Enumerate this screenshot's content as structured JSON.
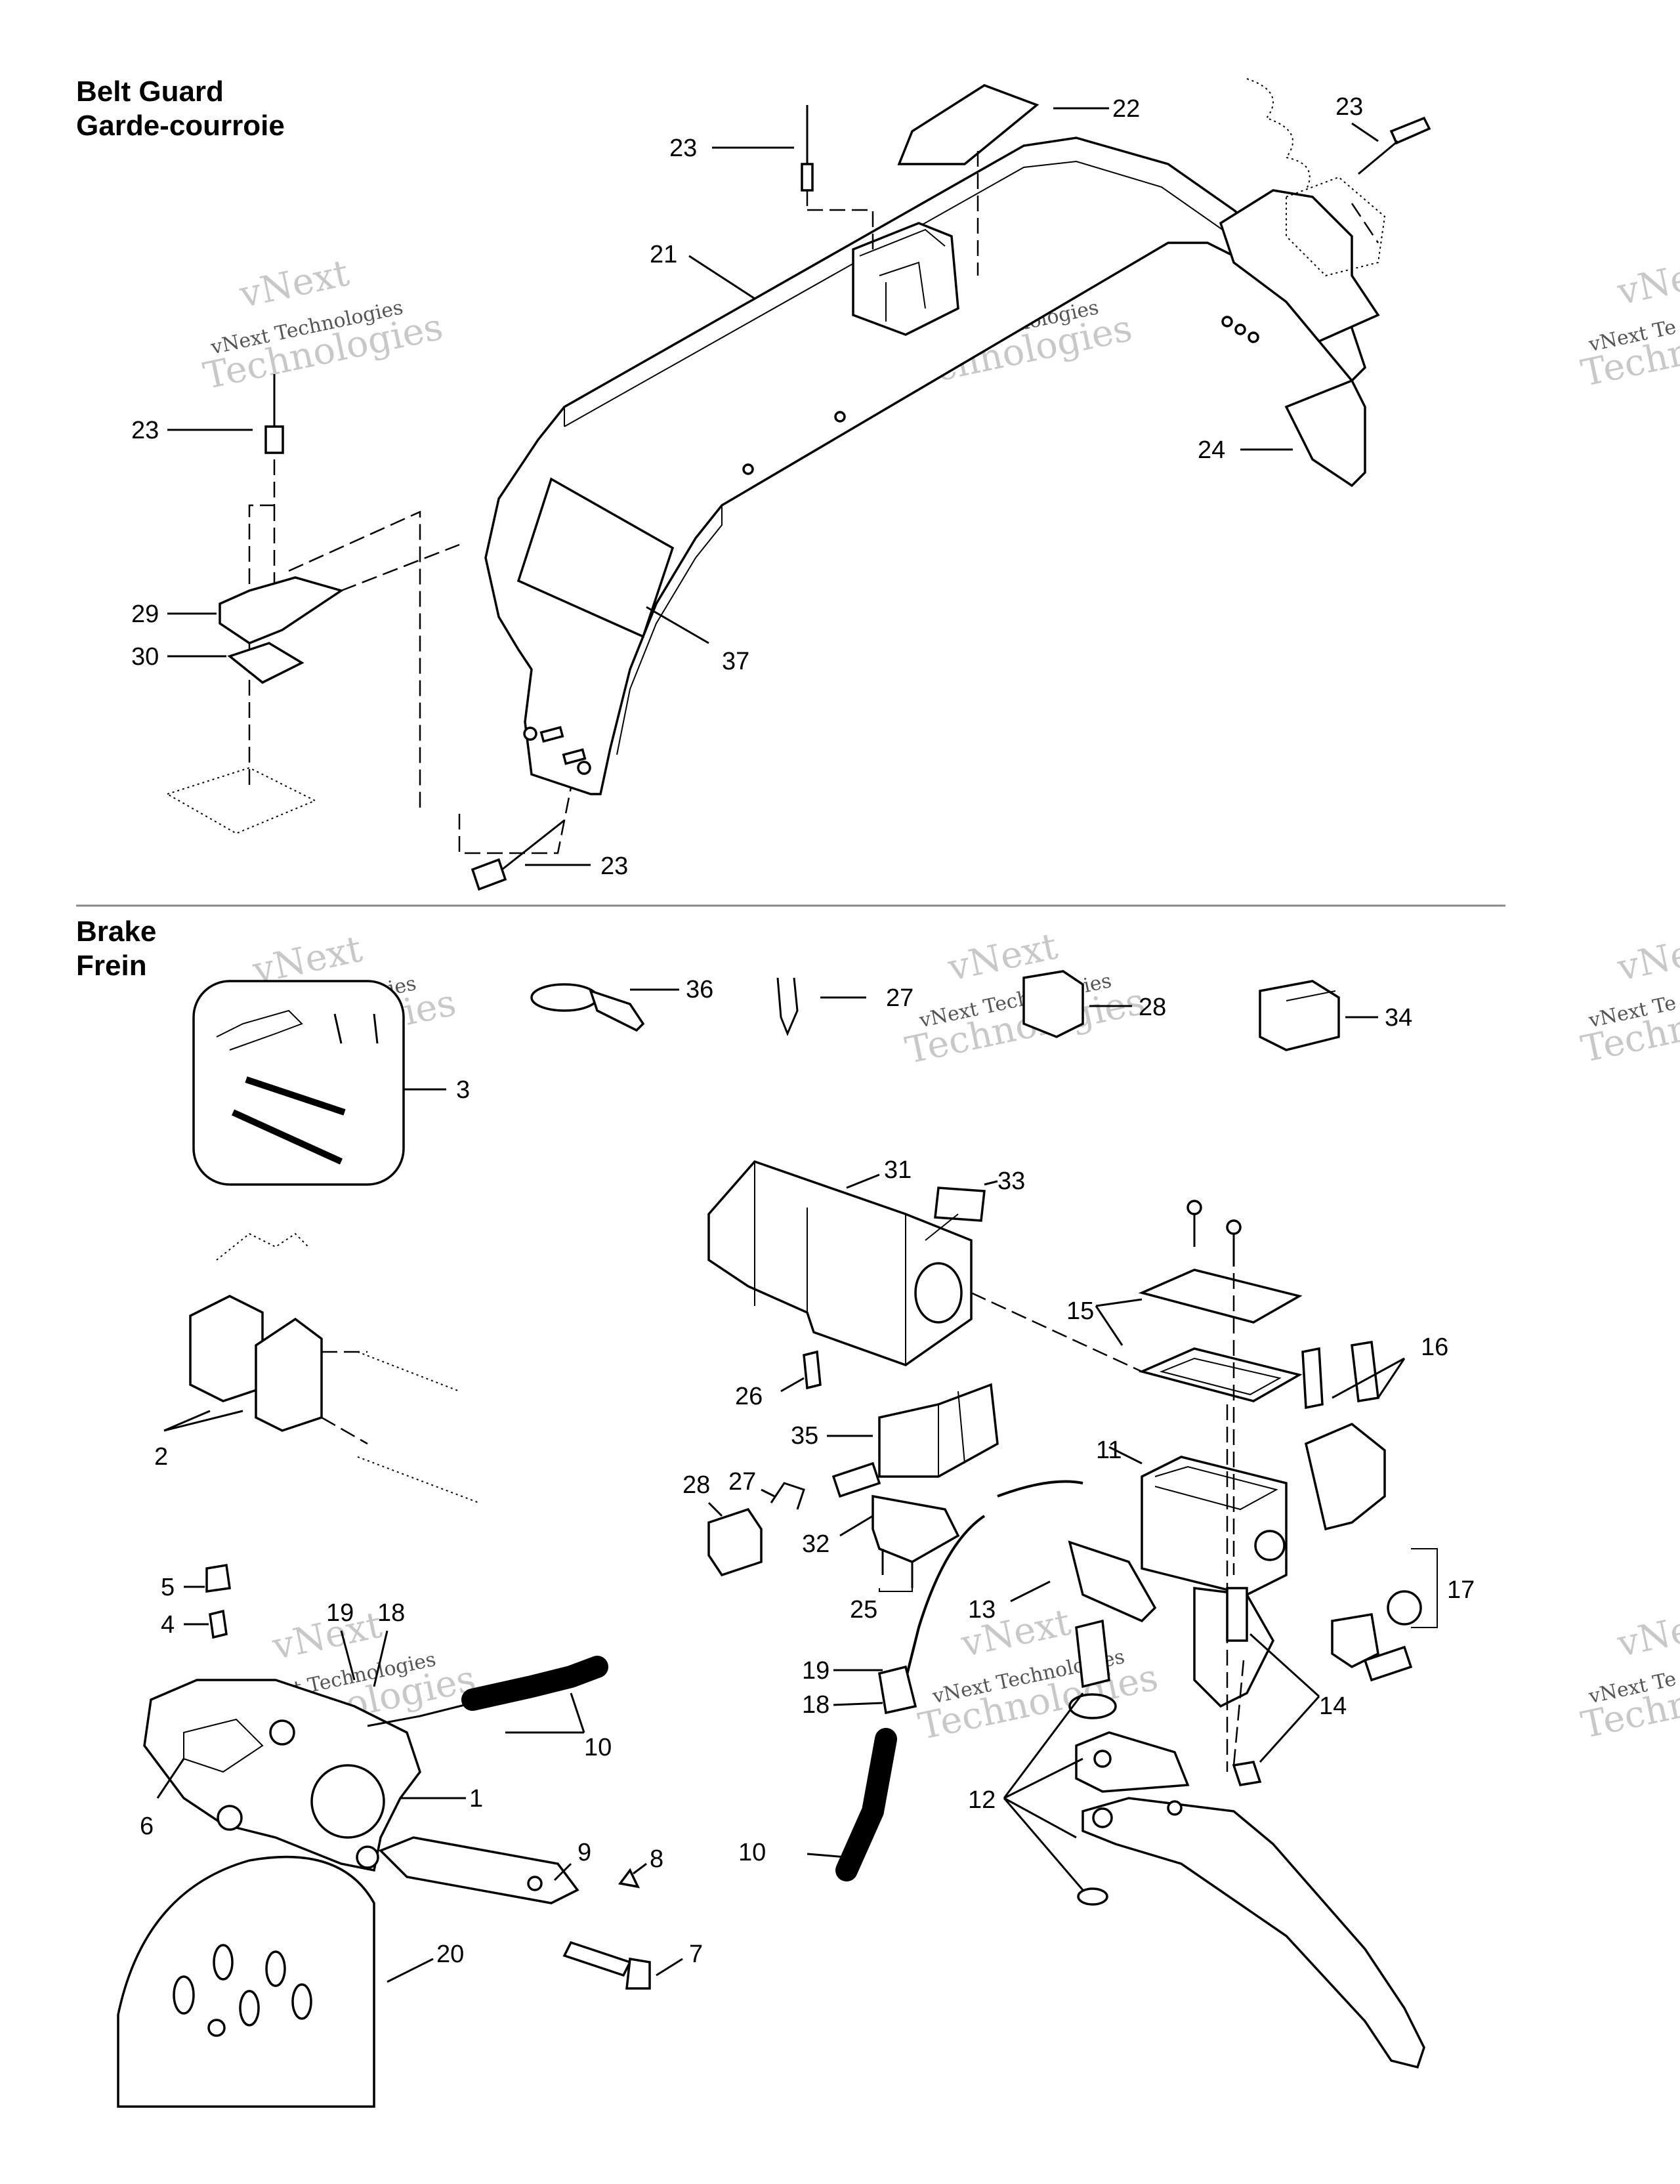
{
  "sections": {
    "belt_guard": {
      "title_en": "Belt Guard",
      "title_fr": "Garde-courroie"
    },
    "brake": {
      "title_en": "Brake",
      "title_fr": "Frein"
    }
  },
  "watermark": {
    "line1": "vNext Technologies",
    "line2": "vNext",
    "line3": "Technologies",
    "line_partial1": "vNext Te",
    "line_partial2": "vNe",
    "line_partial3": "Techn"
  },
  "callouts": {
    "belt_guard": [
      "22",
      "23",
      "23",
      "21",
      "23",
      "24",
      "29",
      "30",
      "37",
      "23"
    ],
    "brake_kits": [
      "36",
      "27",
      "28",
      "34",
      "3"
    ],
    "brake_caliper": [
      "2",
      "5",
      "4",
      "19",
      "18",
      "10",
      "1",
      "6",
      "9",
      "8",
      "7",
      "20"
    ],
    "master_cylinder": [
      "31",
      "33",
      "15",
      "16",
      "26",
      "35",
      "11",
      "28",
      "27",
      "32",
      "17",
      "25",
      "13",
      "19",
      "18",
      "14",
      "12",
      "10"
    ]
  },
  "colors": {
    "ink": "#000000",
    "paper": "#ffffff",
    "watermark": "#c8c8c8"
  }
}
